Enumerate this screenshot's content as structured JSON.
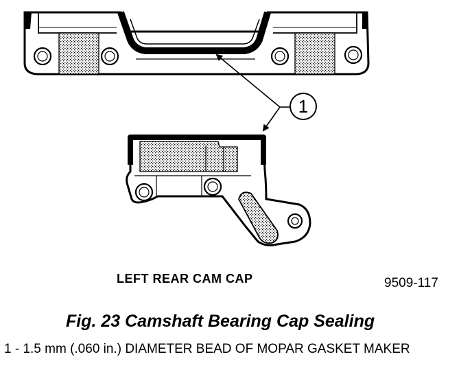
{
  "figure": {
    "callout_number": "1",
    "part_label": "LEFT REAR CAM CAP",
    "figure_id": "9509-117",
    "caption": "Fig. 23 Camshaft Bearing Cap Sealing",
    "legend": "1 - 1.5 mm (.060 in.) DIAMETER BEAD OF MOPAR GASKET MAKER"
  },
  "colors": {
    "ink": "#000000",
    "paper": "#ffffff",
    "stipple": "#8a8a8a"
  }
}
